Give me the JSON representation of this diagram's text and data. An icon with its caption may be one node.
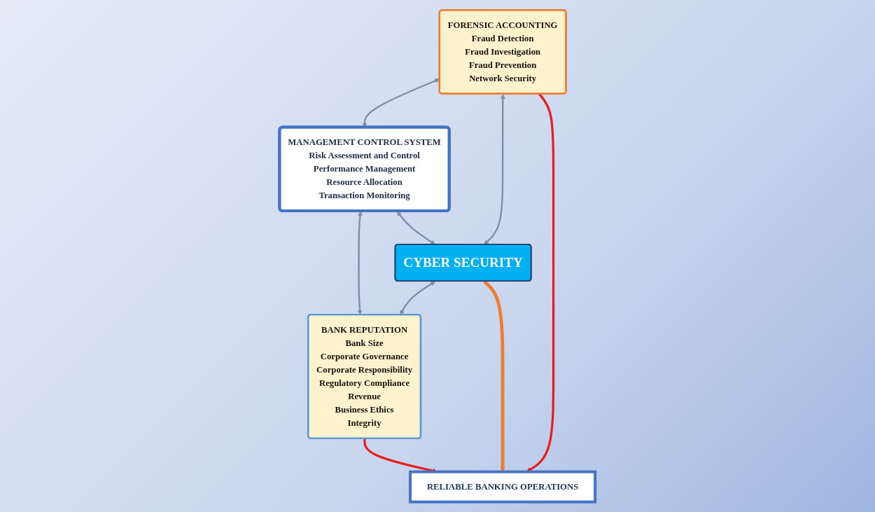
{
  "diagram": {
    "nodes": [
      {
        "text": [
          "MANAGEMENT CONTROL SYSTEM",
          "Risk Assessment and Control",
          "Performance Management",
          "Resource Allocation",
          "Transaction Monitoring"
        ]
      },
      {
        "text": [
          "FORENSIC ACCOUNTING",
          "Fraud Detection",
          "Fraud Investigation",
          "Fraud Prevention",
          "Network Security"
        ]
      },
      {
        "text": [
          "CYBER SECURITY"
        ]
      },
      {
        "text": [
          "BANK REPUTATION",
          "Bank Size",
          "Corporate Governance",
          "Corporate Responsibility",
          "Regulatory Compliance",
          "Revenue",
          "Business Ethics",
          "Integrity"
        ]
      },
      {
        "text": [
          "RELIABLE BANKING OPERATIONS"
        ]
      }
    ],
    "edges": [
      {
        "from": 1,
        "to": 0,
        "arrow": "both"
      },
      {
        "from": 0,
        "to": 3,
        "arrow": "both"
      },
      {
        "from": 0,
        "to": 2,
        "arrow": "both"
      },
      {
        "from": 1,
        "to": 2,
        "arrow": "both"
      },
      {
        "from": 2,
        "to": 3,
        "arrow": "both"
      },
      {
        "from": 1,
        "to": 4,
        "arrow": "to",
        "color": "#e81c1c"
      },
      {
        "from": 2,
        "to": 4,
        "arrow": "to",
        "style": "thick",
        "color": "#ed7d31"
      },
      {
        "from": 3,
        "to": 4,
        "arrow": "to",
        "color": "#e81c1c"
      }
    ]
  }
}
